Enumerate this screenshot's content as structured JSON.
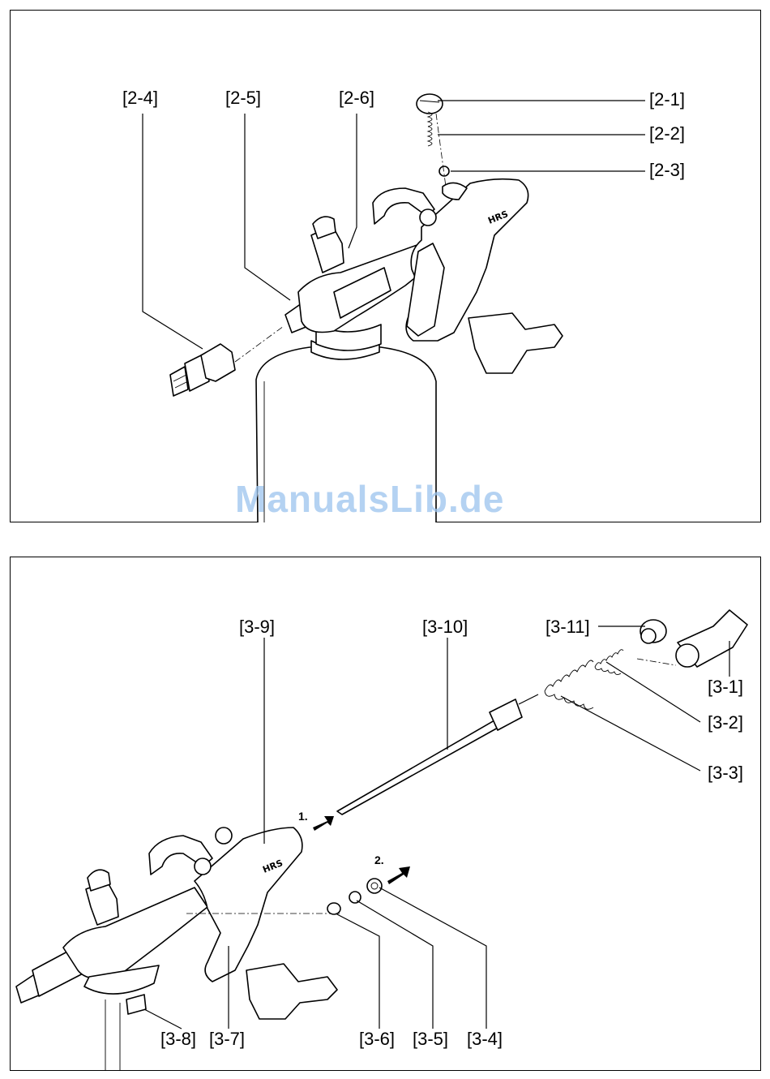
{
  "figure_top": {
    "callouts": {
      "c2_1": "[2-1]",
      "c2_2": "[2-2]",
      "c2_3": "[2-3]",
      "c2_4": "[2-4]",
      "c2_5": "[2-5]",
      "c2_6": "[2-6]"
    },
    "brand_mark": "HRS"
  },
  "figure_bottom": {
    "callouts": {
      "c3_1": "[3-1]",
      "c3_2": "[3-2]",
      "c3_3": "[3-3]",
      "c3_4": "[3-4]",
      "c3_5": "[3-5]",
      "c3_6": "[3-6]",
      "c3_7": "[3-7]",
      "c3_8": "[3-8]",
      "c3_9": "[3-9]",
      "c3_10": "[3-10]",
      "c3_11": "[3-11]"
    },
    "steps": {
      "step1": "1.",
      "step2": "2."
    },
    "brand_mark": "HRS"
  },
  "watermark": "ManualsLib.de"
}
